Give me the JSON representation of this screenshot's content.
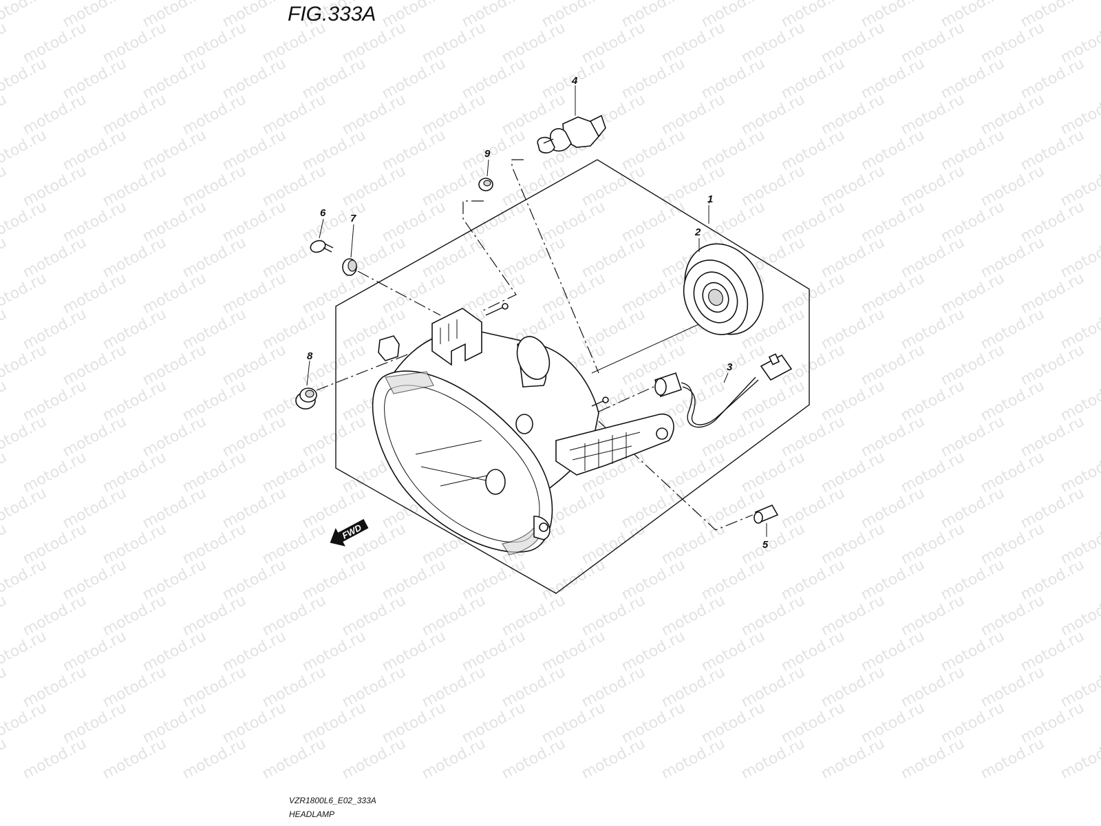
{
  "figure": {
    "title": "FIG.333A",
    "model_code": "VZR1800L6_E02_333A",
    "section_name": "HEADLAMP",
    "fwd_label": "FWD"
  },
  "watermark": {
    "text": "motod.ru"
  },
  "callouts": [
    {
      "id": "1",
      "label": "1",
      "part": "headlamp-assembly"
    },
    {
      "id": "2",
      "label": "2",
      "part": "socket-cover"
    },
    {
      "id": "3",
      "label": "3",
      "part": "socket-harness"
    },
    {
      "id": "4",
      "label": "4",
      "part": "headlamp-bulb"
    },
    {
      "id": "5",
      "label": "5",
      "part": "position-bulb"
    },
    {
      "id": "6",
      "label": "6",
      "part": "screw"
    },
    {
      "id": "7",
      "label": "7",
      "part": "cushion"
    },
    {
      "id": "8",
      "label": "8",
      "part": "grommet"
    },
    {
      "id": "9",
      "label": "9",
      "part": "nut"
    }
  ]
}
